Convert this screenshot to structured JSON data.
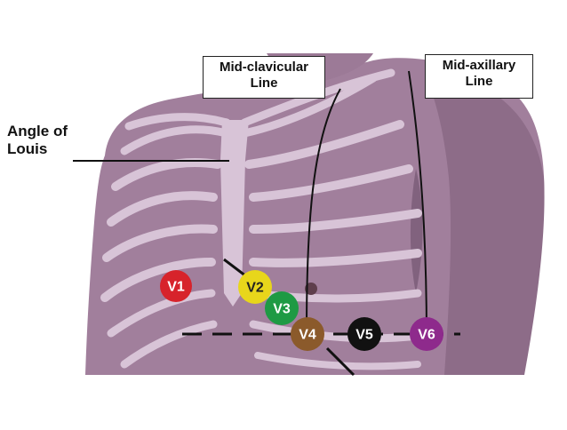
{
  "labels": {
    "mid_clavicular_line_1": "Mid-clavicular",
    "mid_clavicular_line_2": "Line",
    "mid_axillary_line_1": "Mid-axillary",
    "mid_axillary_line_2": "Line",
    "angle_of_louis_1": "Angle of",
    "angle_of_louis_2": "Louis"
  },
  "electrodes": [
    {
      "label": "V1",
      "color": "#d7232b"
    },
    {
      "label": "V2",
      "color": "#e8d61b"
    },
    {
      "label": "V3",
      "color": "#1e9a44"
    },
    {
      "label": "V4",
      "color": "#8b5a2b"
    },
    {
      "label": "V5",
      "color": "#111111"
    },
    {
      "label": "V6",
      "color": "#8e2a8c"
    }
  ],
  "colors": {
    "skin": "#a07f9b",
    "skin_dark": "#8a6985",
    "rib": "#d7c3d6",
    "line": "#111111"
  }
}
